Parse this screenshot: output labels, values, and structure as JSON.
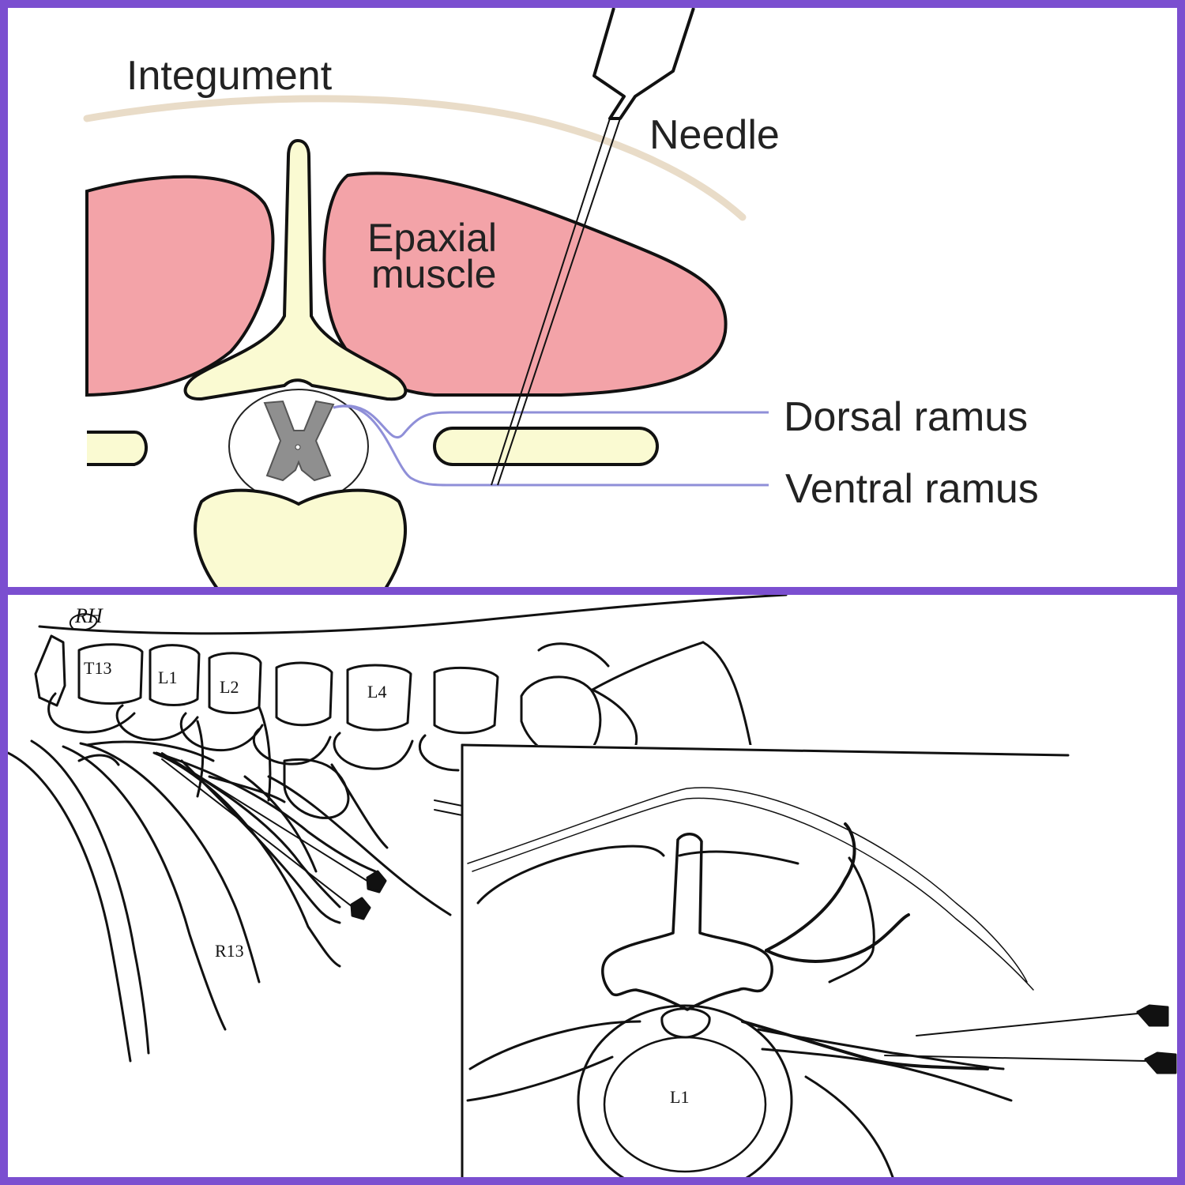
{
  "colors": {
    "frame": "#7b4fd0",
    "muscle": "#f3a3a8",
    "bone": "#fafad2",
    "integument": "#e9dcc8",
    "spinal_grey_matter": "#8f8f8f",
    "nerve_line": "#8f8fd8",
    "outline": "#111111"
  },
  "top_panel": {
    "labels": {
      "integument": "Integument",
      "needle": "Needle",
      "epaxial_line1": "Epaxial",
      "epaxial_line2": "muscle",
      "dorsal_ramus": "Dorsal ramus",
      "ventral_ramus": "Ventral ramus"
    }
  },
  "bottom_panel": {
    "signature": "RH",
    "vertebra_labels": {
      "t13": "T13",
      "l1": "L1",
      "l2": "L2",
      "l4": "L4"
    },
    "rib_label": "R13",
    "inset_vertebra_label": "L1"
  }
}
